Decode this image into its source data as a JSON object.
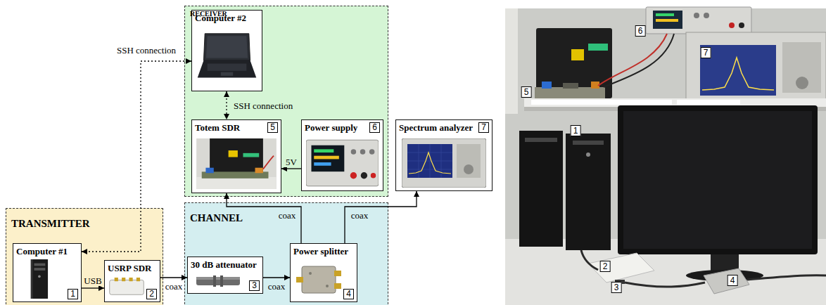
{
  "diagram": {
    "nodes": [
      {
        "text": [
          "RECEIVER"
        ]
      },
      {
        "text": [
          "Computer #2"
        ],
        "in": 0
      },
      {
        "text": [
          "Totem SDR",
          "5"
        ],
        "in": 0
      },
      {
        "text": [
          "Power supply",
          "6"
        ],
        "in": 0
      },
      {
        "text": [
          "Spectrum analyzer",
          "7"
        ]
      },
      {
        "text": [
          "TRANSMITTER"
        ]
      },
      {
        "text": [
          "Computer #1",
          "1"
        ],
        "in": 5
      },
      {
        "text": [
          "USRP SDR",
          "2"
        ],
        "in": 5
      },
      {
        "text": [
          "CHANNEL"
        ]
      },
      {
        "text": [
          "30 dB attenuator",
          "3"
        ],
        "in": 8
      },
      {
        "text": [
          "Power splitter",
          "4"
        ],
        "in": 8
      }
    ],
    "edges": [
      {
        "from": 1,
        "to": 6,
        "label": "SSH connection",
        "arrow": "both"
      },
      {
        "from": 1,
        "to": 2,
        "label": "SSH connection",
        "arrow": "both"
      },
      {
        "from": 3,
        "to": 2,
        "label": "5V",
        "arrow": "to"
      },
      {
        "from": 6,
        "to": 7,
        "label": "USB",
        "arrow": "to"
      },
      {
        "from": 7,
        "to": 9,
        "label": "coax",
        "arrow": "to"
      },
      {
        "from": 9,
        "to": 10,
        "label": "coax",
        "arrow": "to"
      },
      {
        "from": 10,
        "to": 2,
        "label": "coax",
        "arrow": "to"
      },
      {
        "from": 10,
        "to": 4,
        "label": "coax",
        "arrow": "to"
      }
    ],
    "labels": [
      "1",
      "2",
      "3",
      "4",
      "5",
      "6",
      "7"
    ]
  }
}
